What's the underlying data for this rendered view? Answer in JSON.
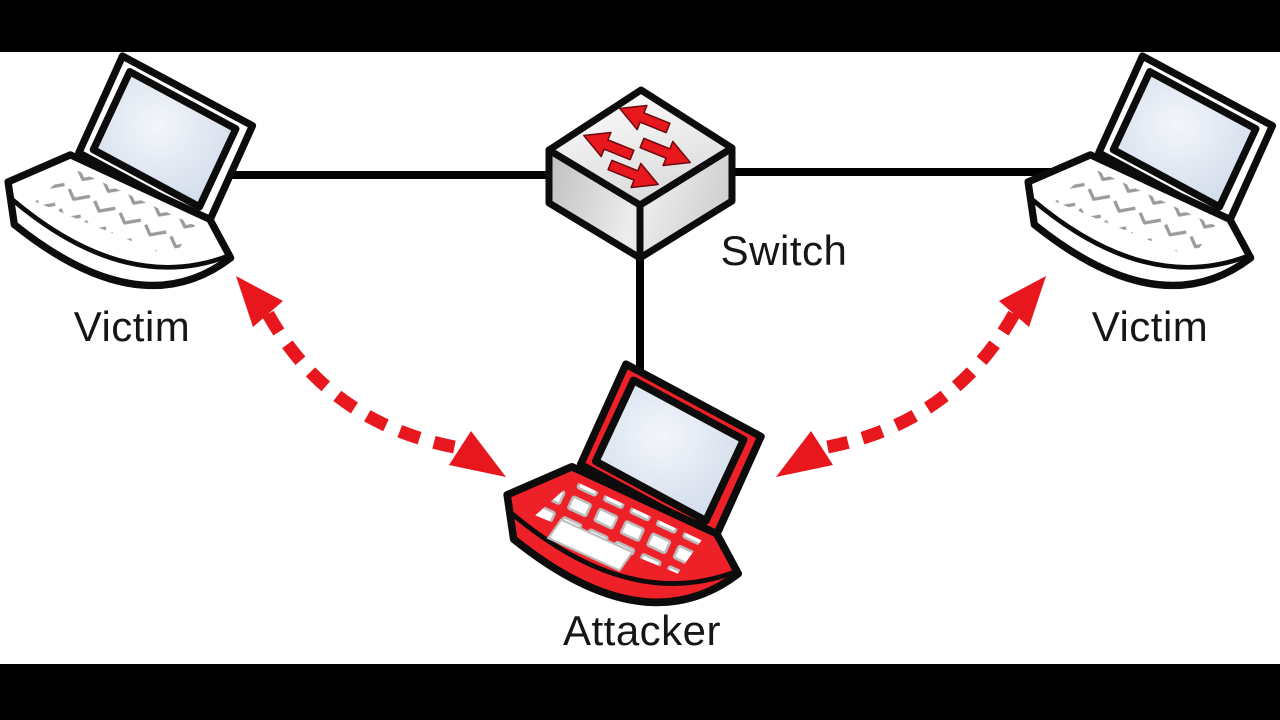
{
  "diagram": {
    "description": "Man-in-the-middle / ARP spoofing attack topology",
    "nodes": [
      {
        "id": "victim-left",
        "label": "Victim",
        "device": "laptop",
        "body_color": "#ffffff"
      },
      {
        "id": "switch",
        "label": "Switch",
        "device": "switch",
        "body_color": "#f2f2f2"
      },
      {
        "id": "victim-right",
        "label": "Victim",
        "device": "laptop",
        "body_color": "#ffffff"
      },
      {
        "id": "attacker",
        "label": "Attacker",
        "device": "laptop",
        "body_color": "#ed2127"
      }
    ],
    "links": [
      {
        "from": "victim-left",
        "to": "switch",
        "style": "solid-black-line"
      },
      {
        "from": "switch",
        "to": "victim-right",
        "style": "solid-black-line"
      },
      {
        "from": "switch",
        "to": "attacker",
        "style": "solid-black-line"
      },
      {
        "from": "attacker",
        "to": "victim-left",
        "style": "red-dashed-double-arrow"
      },
      {
        "from": "attacker",
        "to": "victim-right",
        "style": "red-dashed-double-arrow"
      }
    ],
    "colors": {
      "accent_red": "#e8161d",
      "laptop_red": "#ed2127",
      "line_black": "#000000",
      "letterbox": "#000000",
      "screen_blue": "#d9e2f0",
      "background": "#ffffff"
    }
  }
}
